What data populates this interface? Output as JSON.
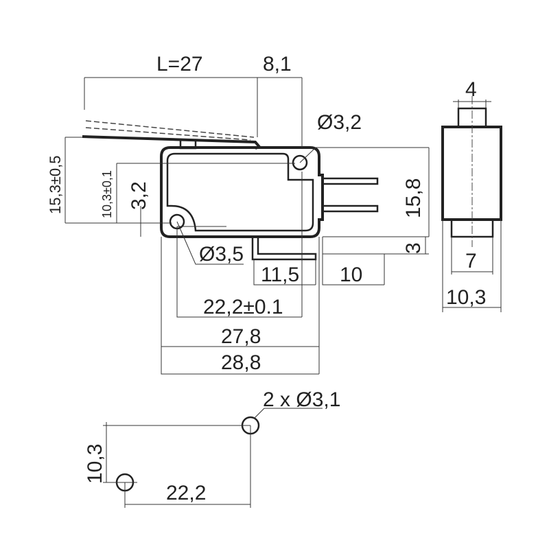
{
  "front_view": {
    "lever_length": "L=27",
    "lever_offset": "8,1",
    "hole_top": "Ø3,2",
    "height_total": "15,3±0,5",
    "height_holes": "10,3±0,1",
    "hole_offset": "3,2",
    "body_height": "15,8",
    "terminal_drop": "3",
    "hole_bottom": "Ø3,5",
    "terminal_width": "11,5",
    "terminal_spacing": "10",
    "hole_spacing": "22,2±0.1",
    "body_length_inner": "27,8",
    "body_length": "28,8"
  },
  "side_view": {
    "plunger_width": "4",
    "bottom_width": "7",
    "body_width": "10,3"
  },
  "mounting": {
    "holes": "2 x Ø3,1",
    "vertical": "10,3",
    "horizontal": "22,2"
  }
}
